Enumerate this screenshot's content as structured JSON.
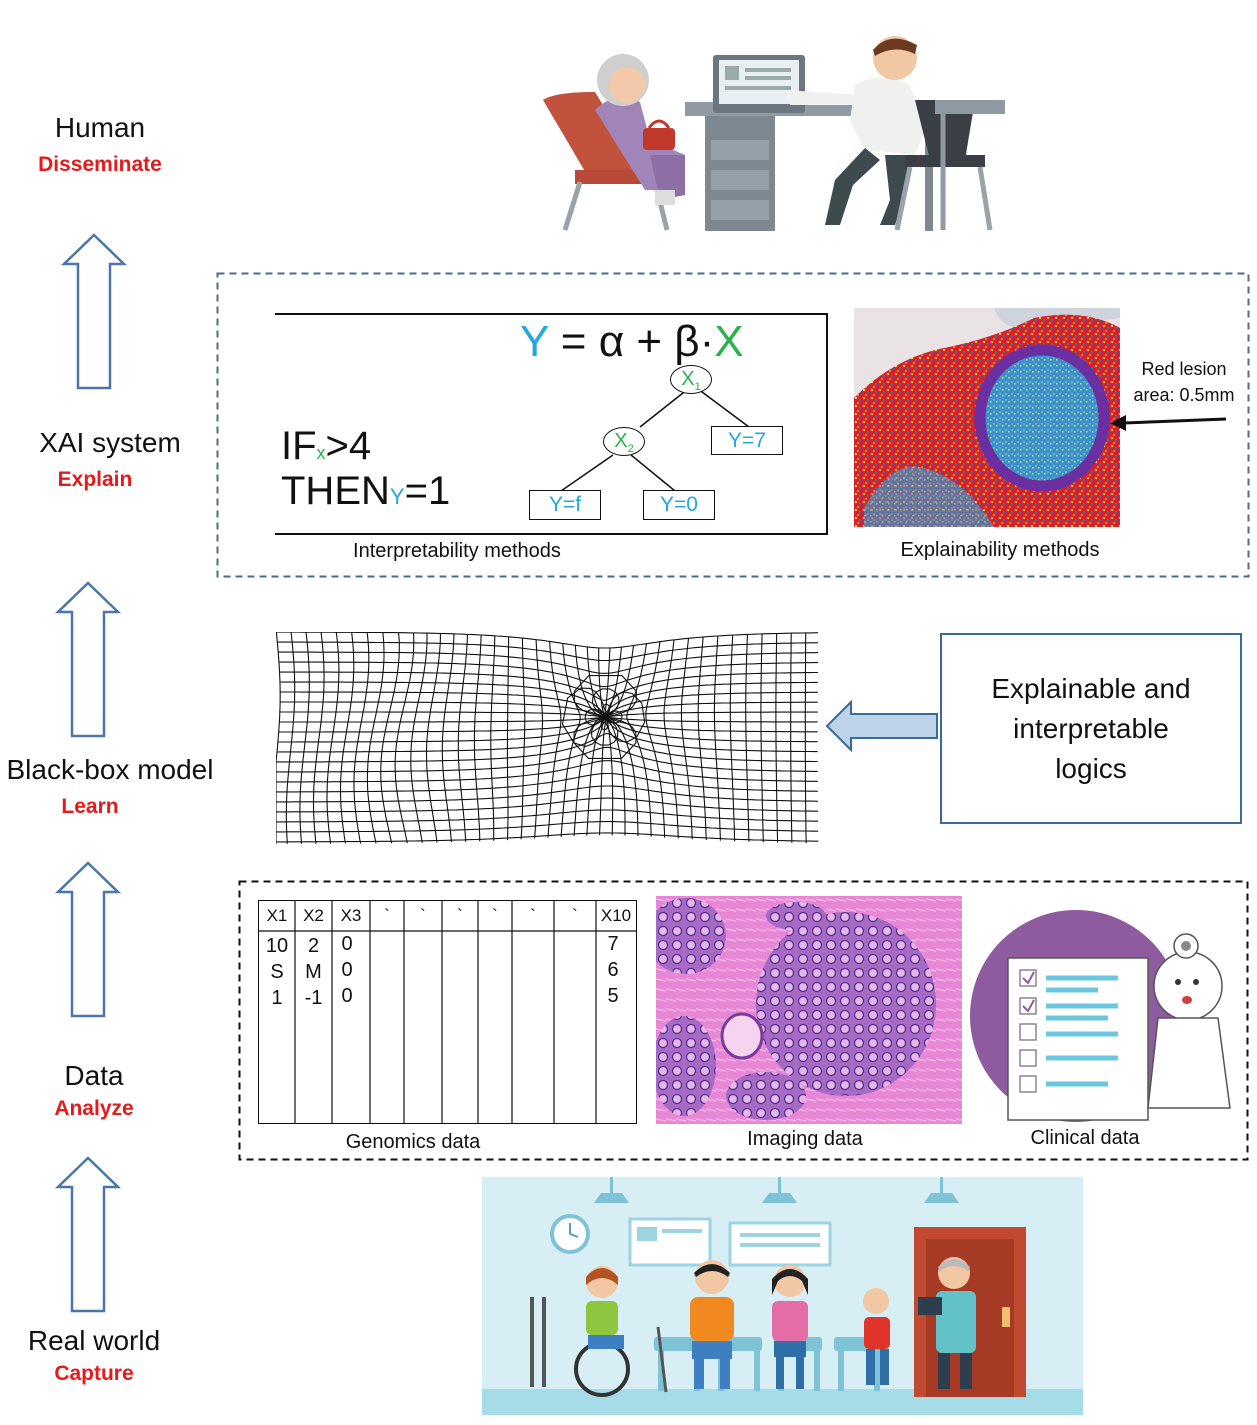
{
  "levels": [
    {
      "name": "Human",
      "verb": "Disseminate"
    },
    {
      "name": "XAI system",
      "verb": "Explain"
    },
    {
      "name": "Black-box model",
      "verb": "Learn"
    },
    {
      "name": "Data",
      "verb": "Analyze"
    },
    {
      "name": "Real world",
      "verb": "Capture"
    }
  ],
  "xai": {
    "equation": {
      "y": "Y",
      "eq": " = α + β",
      "dot": "·",
      "x": "X"
    },
    "rule": {
      "if": "IF",
      "x_sub": "x",
      "gt": ">4",
      "then": "THEN",
      "y_sub": "Y",
      "eq1": "=1"
    },
    "tree": {
      "root": "X",
      "root_sub": "1",
      "mid": "X",
      "mid_sub": "2",
      "leaf_right": "Y=7",
      "leaf_left": "Y=f",
      "leaf_mid": "Y=0"
    },
    "interpretability_caption": "Interpretability methods",
    "explainability_caption": "Explainability methods",
    "lesion_label_line1": "Red lesion",
    "lesion_label_line2": "area: 0.5mm"
  },
  "logic_box": {
    "line1": "Explainable and",
    "line2": "interpretable",
    "line3": "logics"
  },
  "data": {
    "genomics_caption": "Genomics data",
    "imaging_caption": "Imaging data",
    "clinical_caption": "Clinical data",
    "table_headers": [
      "X1",
      "X2",
      "X3",
      "`",
      "`",
      "`",
      "`",
      "`",
      "`",
      "X10"
    ],
    "col1": [
      "10",
      "S",
      "1"
    ],
    "col2": [
      "2",
      "M",
      "-1"
    ],
    "col3": [
      "0",
      "0",
      "0"
    ],
    "col10": [
      "7",
      "6",
      "5"
    ]
  },
  "colors": {
    "arrow_outline": "#4a76a8",
    "accent_red": "#e8191b",
    "dash_blue": "#4a6d8c",
    "logic_border": "#3a6a9a"
  }
}
